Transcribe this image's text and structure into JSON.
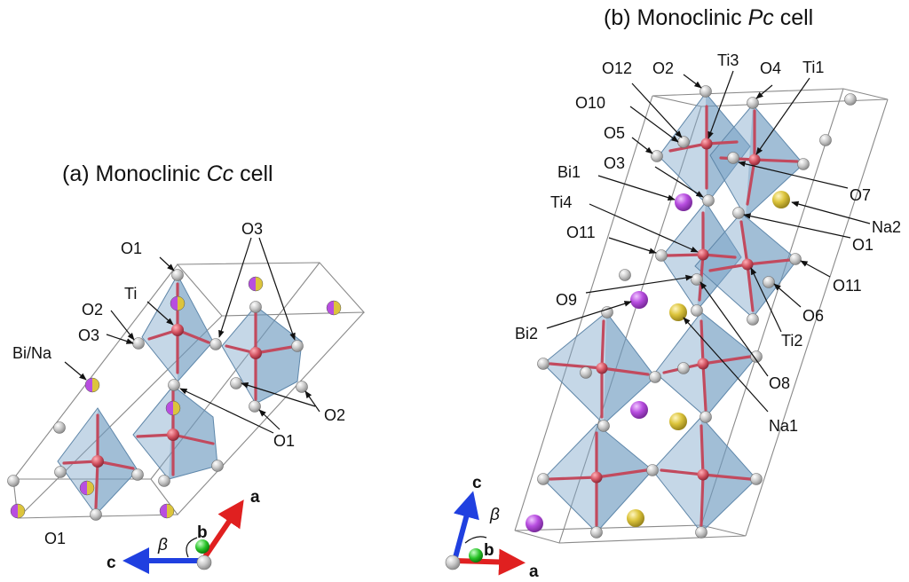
{
  "panels": {
    "a": {
      "title_pre": "(a) Monoclinic ",
      "title_em": "Cc",
      "title_post": " cell"
    },
    "b": {
      "title_pre": "(b) Monoclinic ",
      "title_em": "Pc",
      "title_post": " cell"
    }
  },
  "labels_a": {
    "O1_top": "O1",
    "Ti": "Ti",
    "O2_left": "O2",
    "O3_left": "O3",
    "BiNa": "Bi/Na",
    "O3_top": "O3",
    "O2_right": "O2",
    "O1_mid": "O1",
    "O1_bottom": "O1"
  },
  "labels_b": {
    "O12": "O12",
    "O2": "O2",
    "Ti3": "Ti3",
    "O4": "O4",
    "Ti1": "Ti1",
    "O10": "O10",
    "O5": "O5",
    "O3": "O3",
    "Bi1": "Bi1",
    "Ti4": "Ti4",
    "O11_left": "O11",
    "O9": "O9",
    "Bi2": "Bi2",
    "O7": "O7",
    "Na2": "Na2",
    "O1": "O1",
    "O11_right": "O11",
    "O6": "O6",
    "Ti2": "Ti2",
    "O8": "O8",
    "Na1": "Na1"
  },
  "axes_a": {
    "a": "a",
    "b": "b",
    "c": "c",
    "beta": "β"
  },
  "axes_b": {
    "a": "a",
    "b": "b",
    "c": "c",
    "beta": "β"
  },
  "colors": {
    "oxygen": "#c8c8c8",
    "titanium": "#c24a5e",
    "bismuth": "#b04ad6",
    "sodium": "#d8c23a",
    "octahedron": "#7fa7c9"
  }
}
